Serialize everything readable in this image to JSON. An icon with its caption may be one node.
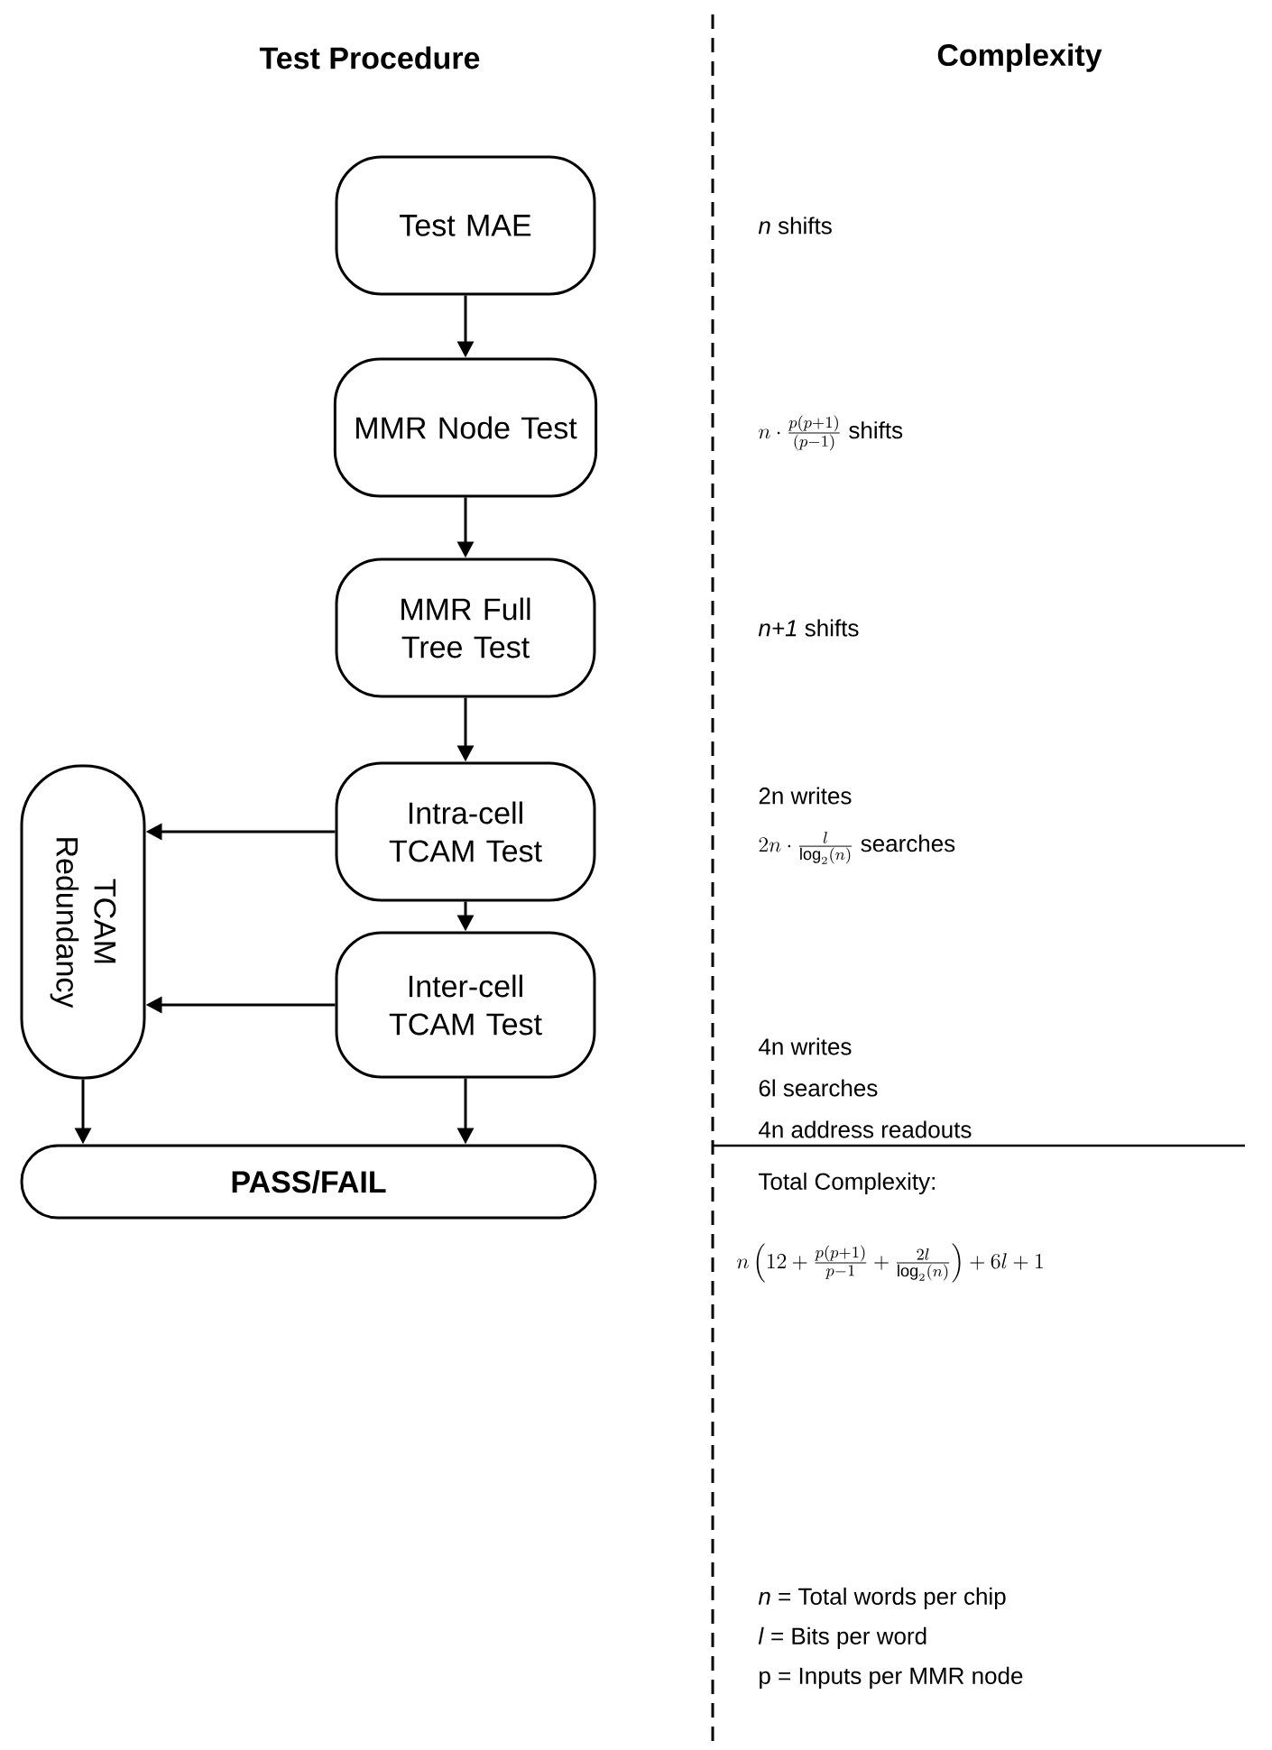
{
  "diagram": {
    "nodes": [
      {
        "text": [
          "Test MAE"
        ]
      },
      {
        "text": [
          "MMR Node Test"
        ]
      },
      {
        "text": [
          "MMR Full Tree Test"
        ]
      },
      {
        "text": [
          "Intra-cell TCAM Test"
        ]
      },
      {
        "text": [
          "Inter-cell TCAM Test"
        ]
      },
      {
        "text": [
          "TCAM Redundancy"
        ]
      },
      {
        "text": [
          "PASS/FAIL"
        ]
      }
    ],
    "edges": [
      {
        "from": 0,
        "to": 1,
        "arrow": "to"
      },
      {
        "from": 1,
        "to": 2,
        "arrow": "to"
      },
      {
        "from": 2,
        "to": 3,
        "arrow": "to"
      },
      {
        "from": 3,
        "to": 4,
        "arrow": "to"
      },
      {
        "from": 3,
        "to": 5,
        "arrow": "to"
      },
      {
        "from": 4,
        "to": 5,
        "arrow": "to"
      },
      {
        "from": 5,
        "to": 6,
        "arrow": "to"
      },
      {
        "from": 4,
        "to": 6,
        "arrow": "to"
      }
    ],
    "labels": [
      "Test Procedure",
      "Complexity",
      "*n* shifts",
      "n\\cdot\\frac{p(p+1)}{(p-1)}\\ \\mathrm{shifts}",
      "*n+1* shifts",
      "2n writes",
      "2n\\cdot\\frac{l}{\\log_2(n)}\\ \\mathrm{searches}",
      "4n writes",
      "6l searches",
      "4n address readouts",
      "Total Complexity:",
      "n\\left(12+\\frac{p(p+1)}{p-1}+\\frac{2l}{\\log_2(n)}\\right)+6l+1",
      "*n* = Total words per chip",
      "*l* = Bits per word",
      "p = Inputs per MMR node"
    ]
  }
}
